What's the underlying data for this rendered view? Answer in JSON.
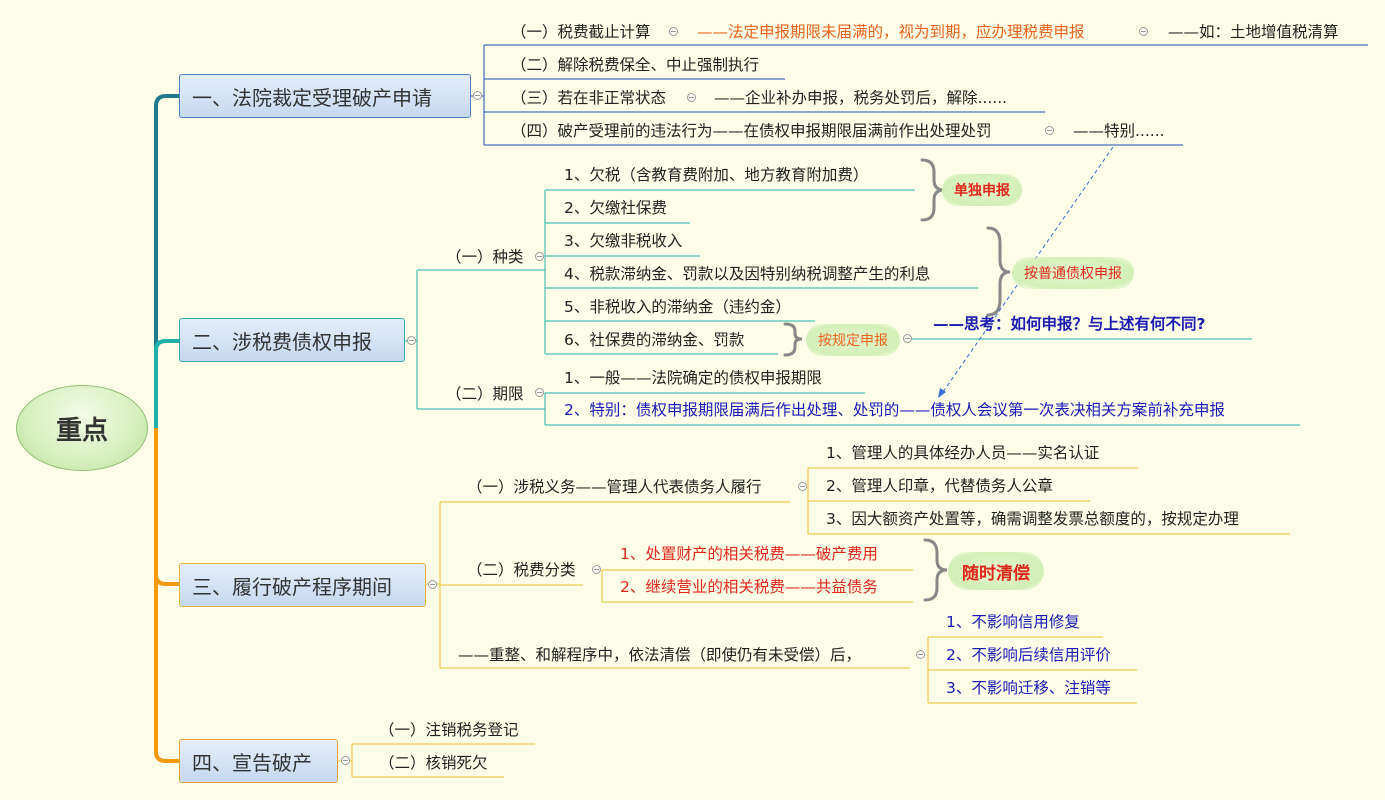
{
  "root": "重点",
  "branches": {
    "b1": {
      "title": "一、法院裁定受理破产申请",
      "items": [
        {
          "label": "（一）税费截止计算",
          "detail": "——法定申报期限未届满的，视为到期，应办理税费申报",
          "note": "——如：土地增值税清算"
        },
        {
          "label": "（二）解除税费保全、中止强制执行"
        },
        {
          "label": "（三）若在非正常状态",
          "detail": "——企业补办申报，税务处罚后，解除......"
        },
        {
          "label": "（四）破产受理前的违法行为——在债权申报期限届满前作出处理处罚",
          "detail": "——特别......"
        }
      ]
    },
    "b2": {
      "title": "二、涉税费债权申报",
      "kinds_label": "（一）种类",
      "kinds": [
        "1、欠税（含教育费附加、地方教育附加费）",
        "2、欠缴社保费",
        "3、欠缴非税收入",
        "4、税款滞纳金、罚款以及因特别纳税调整产生的利息",
        "5、非税收入的滞纳金（违约金）",
        "6、社保费的滞纳金、罚款"
      ],
      "tag_separate": "单独申报",
      "tag_ordinary": "按普通债权申报",
      "tag_regulated": "按规定申报",
      "think": "——思考：如何申报？与上述有何不同?",
      "term_label": "（二）期限",
      "terms": [
        "1、一般——法院确定的债权申报期限",
        "2、特别：债权申报期限届满后作出处理、处罚的——债权人会议第一次表决相关方案前补充申报"
      ]
    },
    "b3": {
      "title": "三、履行破产程序期间",
      "duty_label": "（一）涉税义务——管理人代表债务人履行",
      "duties": [
        "1、管理人的具体经办人员——实名认证",
        "2、管理人印章，代替债务人公章",
        "3、因大额资产处置等，确需调整发票总额度的，按规定办理"
      ],
      "class_label": "（二）税费分类",
      "classes": [
        "1、处置财产的相关税费——破产费用",
        "2、继续营业的相关税费——共益债务"
      ],
      "tag_anytime": "随时清偿",
      "reorg_label": "——重整、和解程序中，依法清偿（即使仍有未受偿）后，",
      "reorg_items": [
        "1、不影响信用修复",
        "2、不影响后续信用评价",
        "3、不影响迁移、注销等"
      ]
    },
    "b4": {
      "title": "四、宣告破产",
      "items": [
        "（一）注销税务登记",
        "（二）核销死欠"
      ]
    }
  },
  "colors": {
    "background": "#fdfde8",
    "branch1": "#1f7a8c",
    "branch2": "#20b2aa",
    "branch3": "#f29a0b",
    "line_blue": "#1a4fb4",
    "line_gold": "#f0c030",
    "accent_red": "#e0281c",
    "accent_orange": "#e8641c",
    "accent_blue": "#1a1ab8"
  }
}
